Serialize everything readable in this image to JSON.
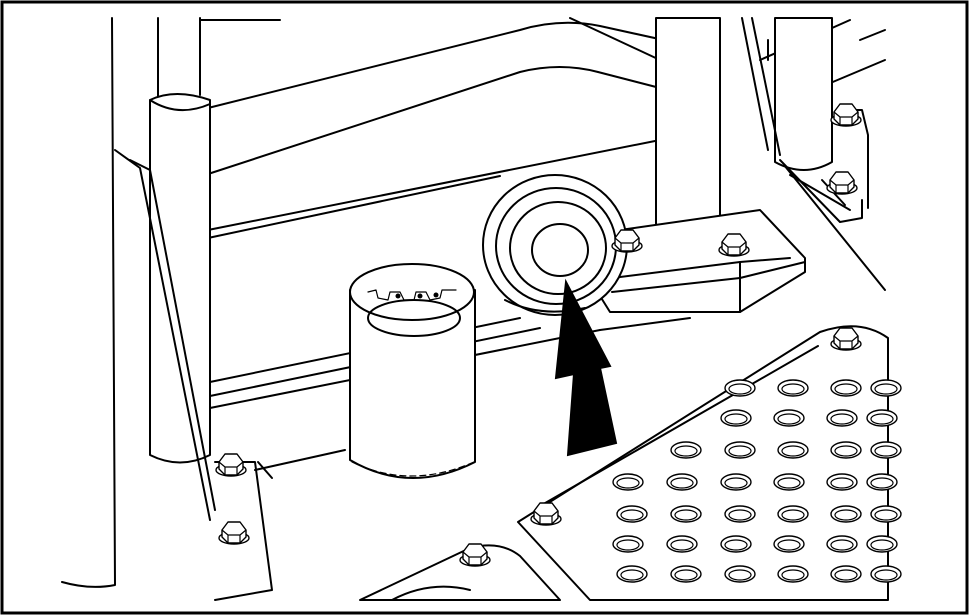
{
  "figure": {
    "background_color": "#ffffff",
    "line_color": "#000000",
    "elements": {
      "left_post": "vertical-post-left",
      "right_posts": "vertical-posts-right",
      "seal": "round-seal-part",
      "tool": "cylindrical-socket-tool",
      "arrow": "pointer-arrow",
      "floor_plate": "perforated-plate",
      "bolts": "hex-bolts"
    }
  }
}
